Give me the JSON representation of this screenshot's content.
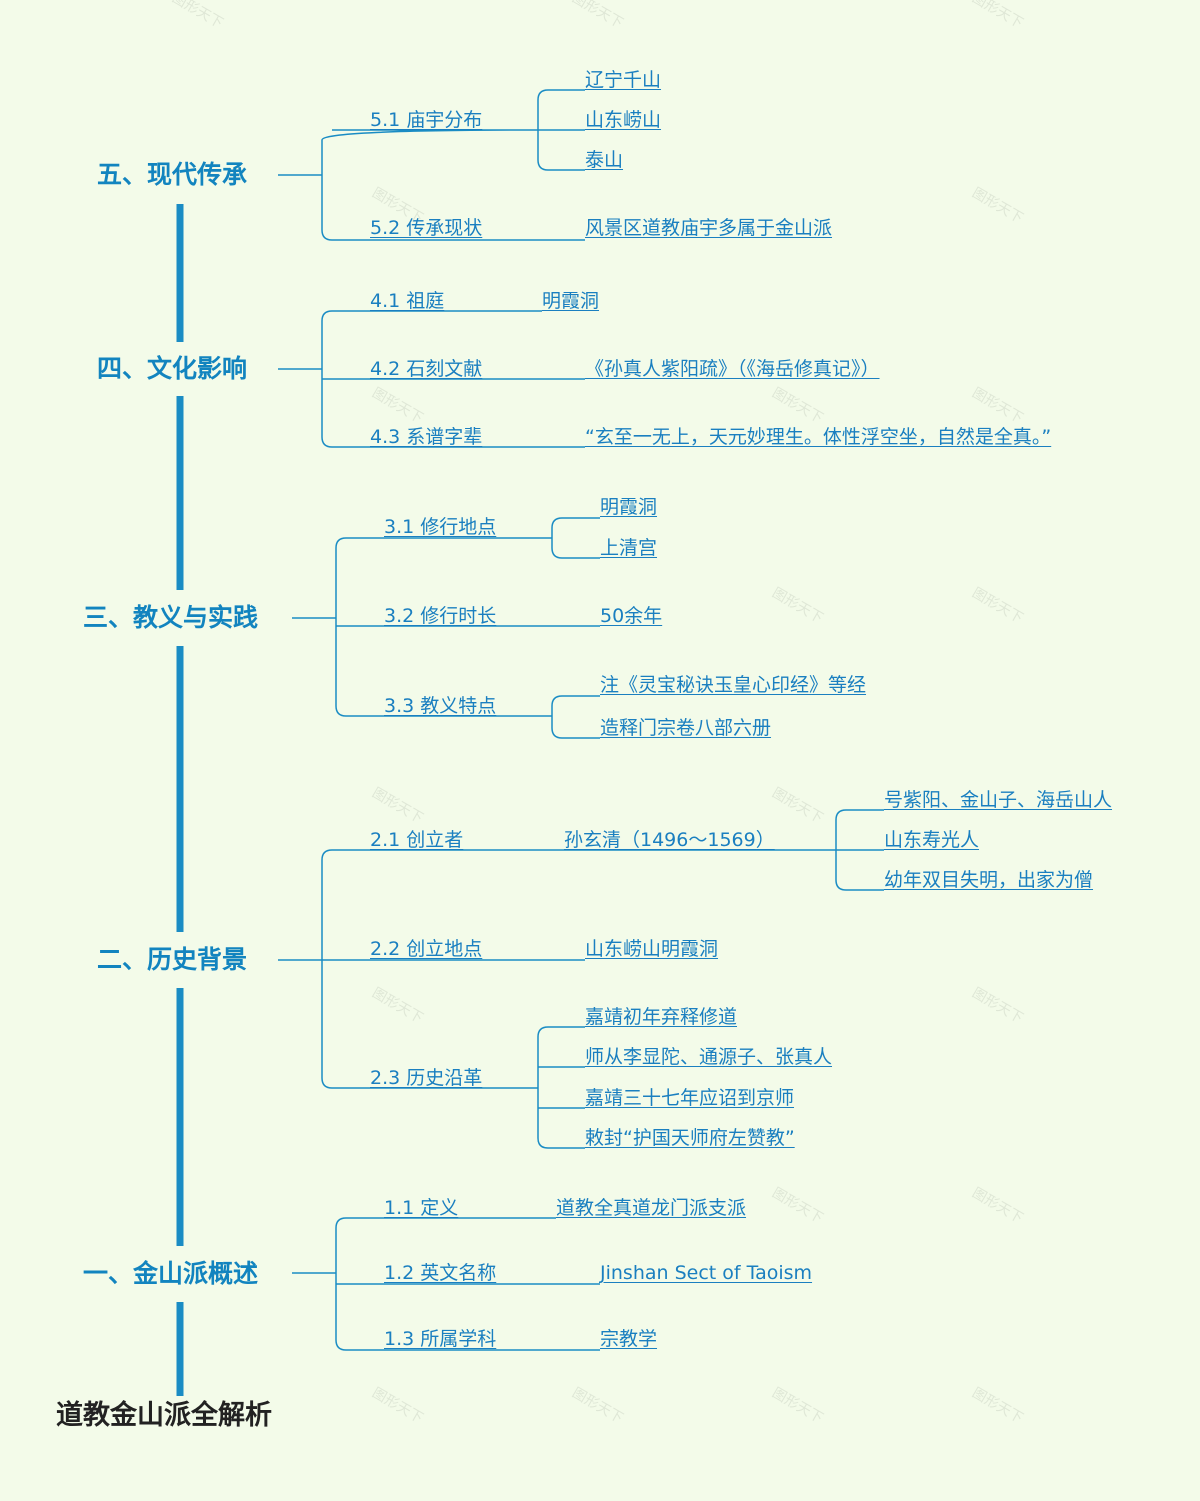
{
  "title": "道教金山派全解析",
  "accent_color": "#1a8cc4",
  "watermark_text": "图形天下",
  "branches": [
    {
      "label": "五、现代传承",
      "children": [
        {
          "label": "5.1 庙宇分布",
          "leaves": [
            "辽宁千山",
            "山东崂山",
            "泰山"
          ]
        },
        {
          "label": "5.2 传承现状",
          "leaves": [
            "风景区道教庙宇多属于金山派"
          ]
        }
      ]
    },
    {
      "label": "四、文化影响",
      "children": [
        {
          "label": "4.1 祖庭",
          "leaves": [
            "明霞洞"
          ]
        },
        {
          "label": "4.2 石刻文献",
          "leaves": [
            "《孙真人紫阳疏》（《海岳修真记》）"
          ]
        },
        {
          "label": "4.3 系谱字辈",
          "leaves": [
            "“玄至一无上，天元妙理生。体性浮空坐，自然是全真。”"
          ]
        }
      ]
    },
    {
      "label": "三、教义与实践",
      "children": [
        {
          "label": "3.1 修行地点",
          "leaves": [
            "明霞洞",
            "上清宫"
          ]
        },
        {
          "label": "3.2 修行时长",
          "leaves": [
            "50余年"
          ]
        },
        {
          "label": "3.3 教义特点",
          "leaves": [
            "注《灵宝秘诀玉皇心印经》等经",
            "造释门宗卷八部六册"
          ]
        }
      ]
    },
    {
      "label": "二、历史背景",
      "children": [
        {
          "label": "2.1 创立者",
          "leaves": [
            "孙玄清（1496～1569）"
          ],
          "subleaves": [
            "号紫阳、金山子、海岳山人",
            "山东寿光人",
            "幼年双目失明，出家为僧"
          ]
        },
        {
          "label": "2.2 创立地点",
          "leaves": [
            "山东崂山明霞洞"
          ]
        },
        {
          "label": "2.3 历史沿革",
          "leaves": [
            "嘉靖初年弃释修道",
            "师从李显陀、通源子、张真人",
            "嘉靖三十七年应诏到京师",
            "敕封“护国天师府左赞教”"
          ]
        }
      ]
    },
    {
      "label": "一、金山派概述",
      "children": [
        {
          "label": "1.1 定义",
          "leaves": [
            "道教全真道龙门派支派"
          ]
        },
        {
          "label": "1.2 英文名称",
          "leaves": [
            "Jinshan Sect of Taoism"
          ]
        },
        {
          "label": "1.3 所属学科",
          "leaves": [
            "宗教学"
          ]
        }
      ]
    }
  ]
}
